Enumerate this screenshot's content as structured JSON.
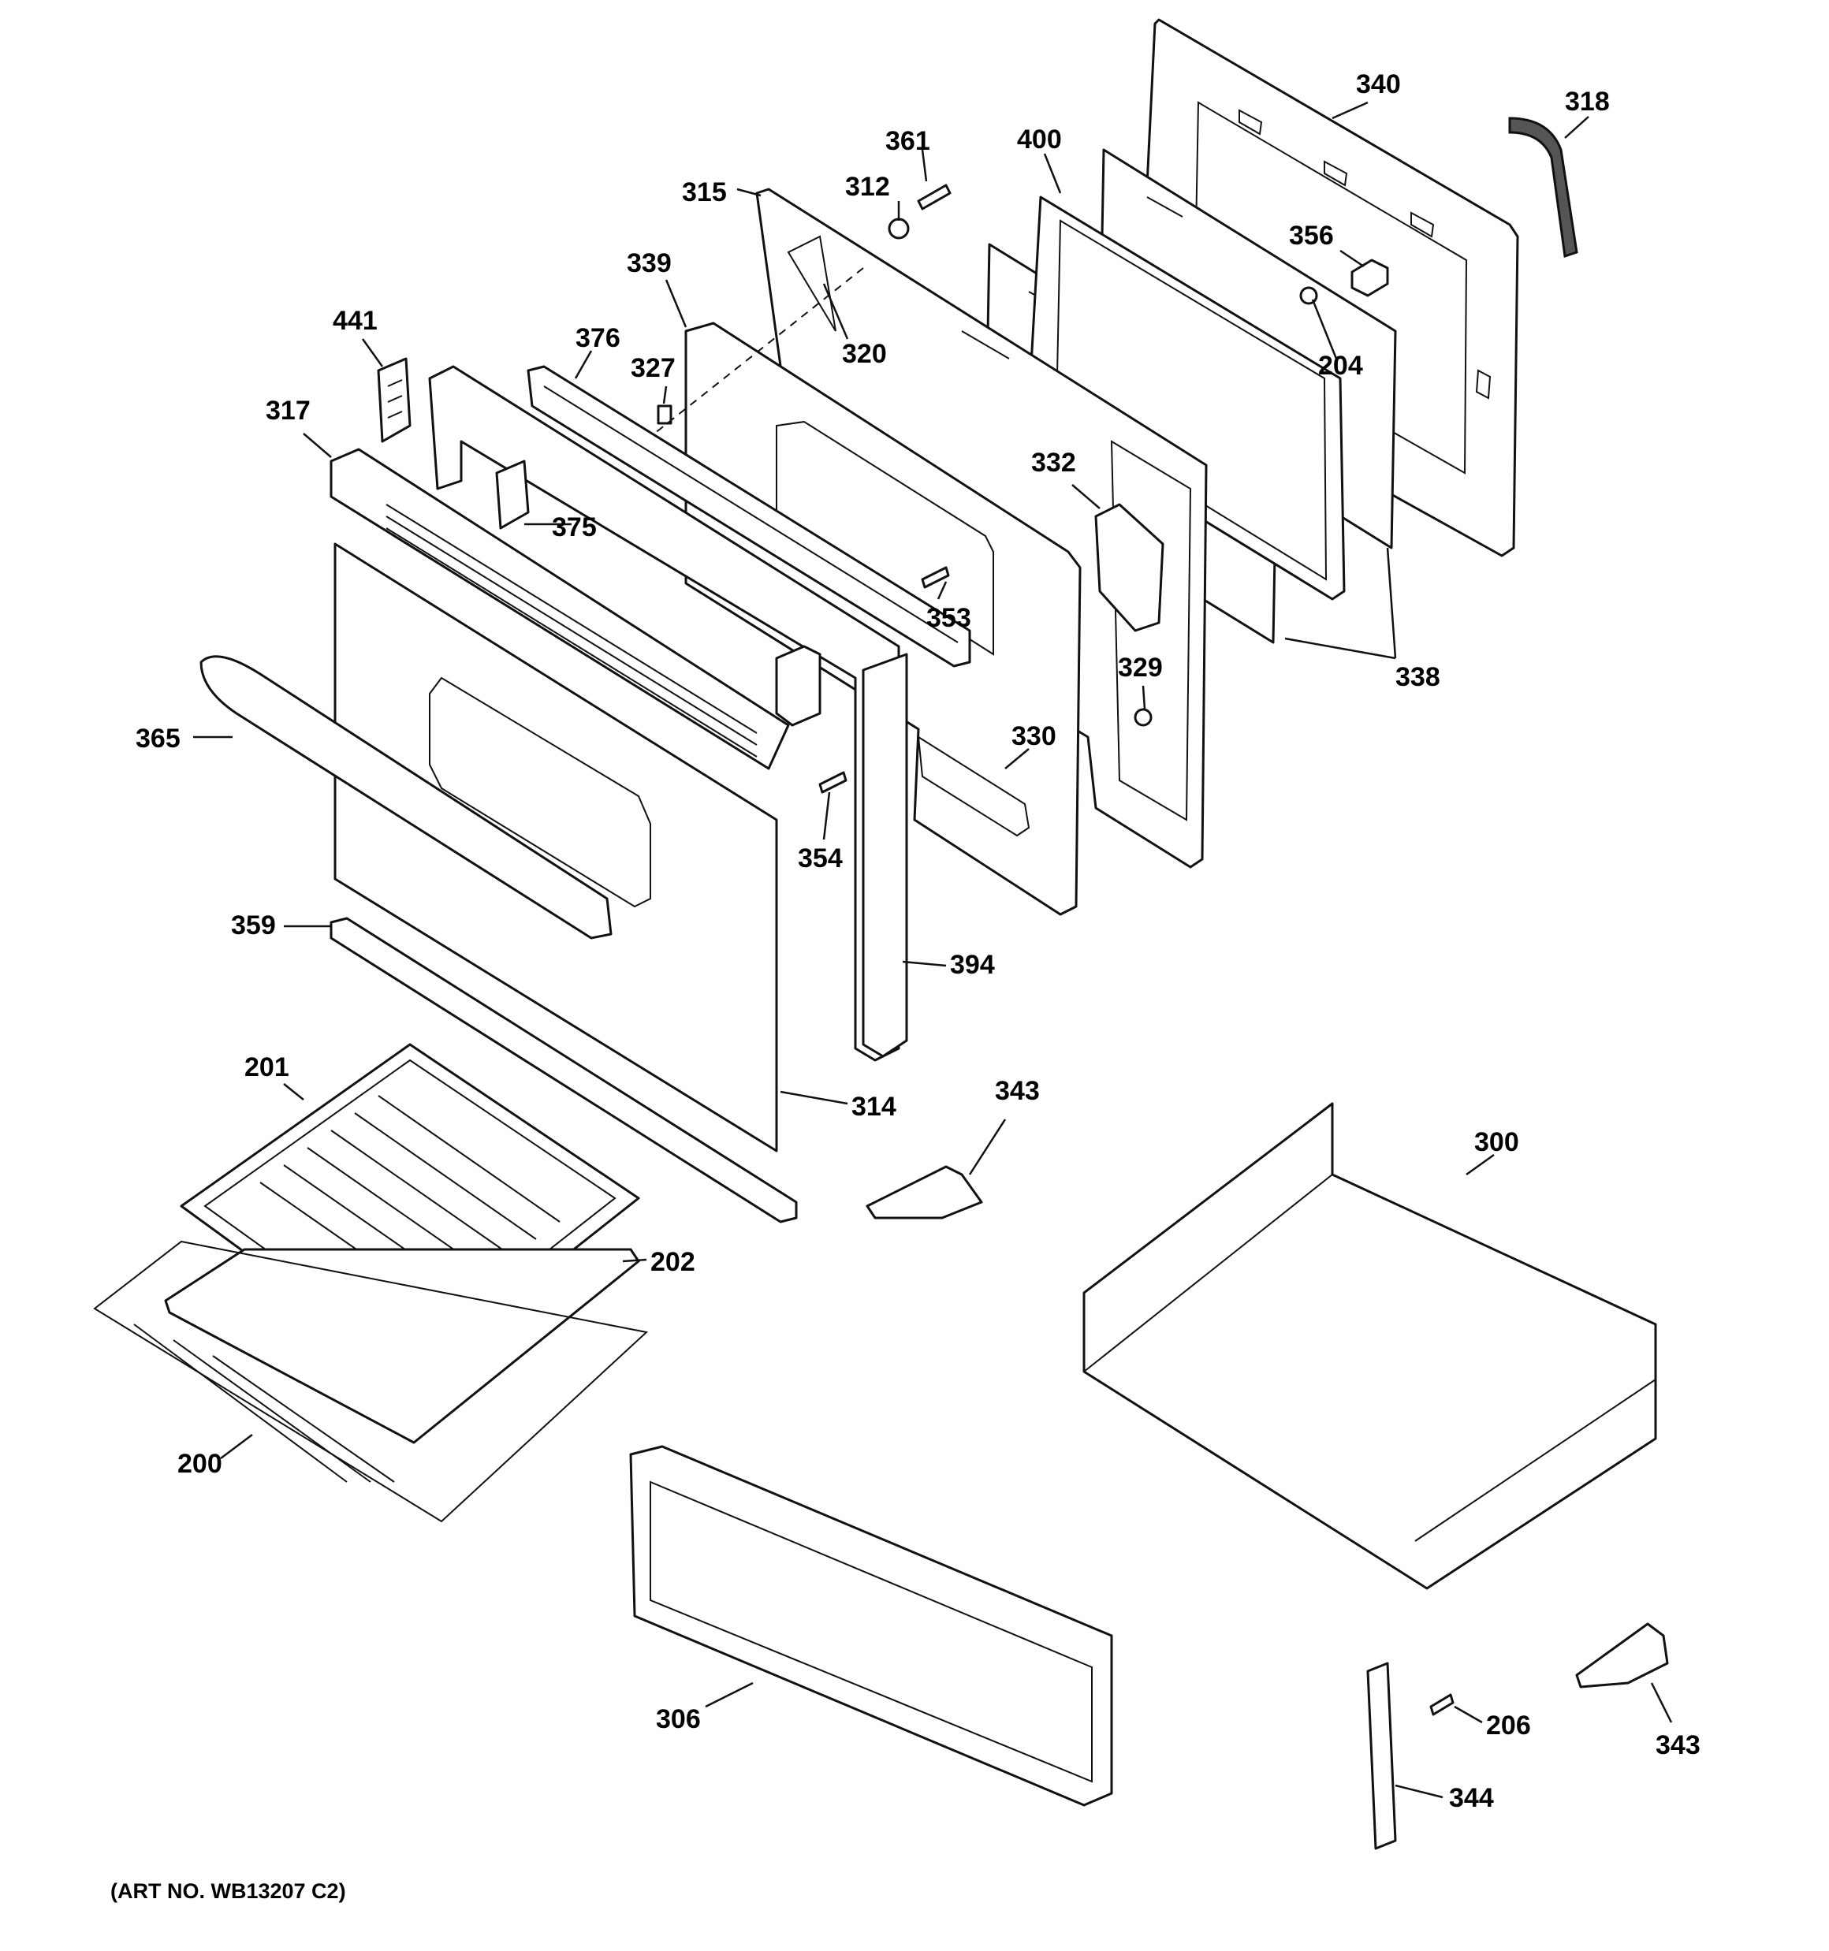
{
  "diagram": {
    "art_number": "(ART NO. WB13207 C2)",
    "callouts": {
      "p340": "340",
      "p318": "318",
      "p361": "361",
      "p400": "400",
      "p312": "312",
      "p315": "315",
      "p356": "356",
      "p339": "339",
      "p204": "204",
      "p320": "320",
      "p441": "441",
      "p376": "376",
      "p327": "327",
      "p317": "317",
      "p332": "332",
      "p375": "375",
      "p353": "353",
      "p338": "338",
      "p329": "329",
      "p365": "365",
      "p330": "330",
      "p354": "354",
      "p359": "359",
      "p394": "394",
      "p201": "201",
      "p343a": "343",
      "p300": "300",
      "p314": "314",
      "p202": "202",
      "p200": "200",
      "p306": "306",
      "p206": "206",
      "p343b": "343",
      "p344": "344"
    }
  }
}
